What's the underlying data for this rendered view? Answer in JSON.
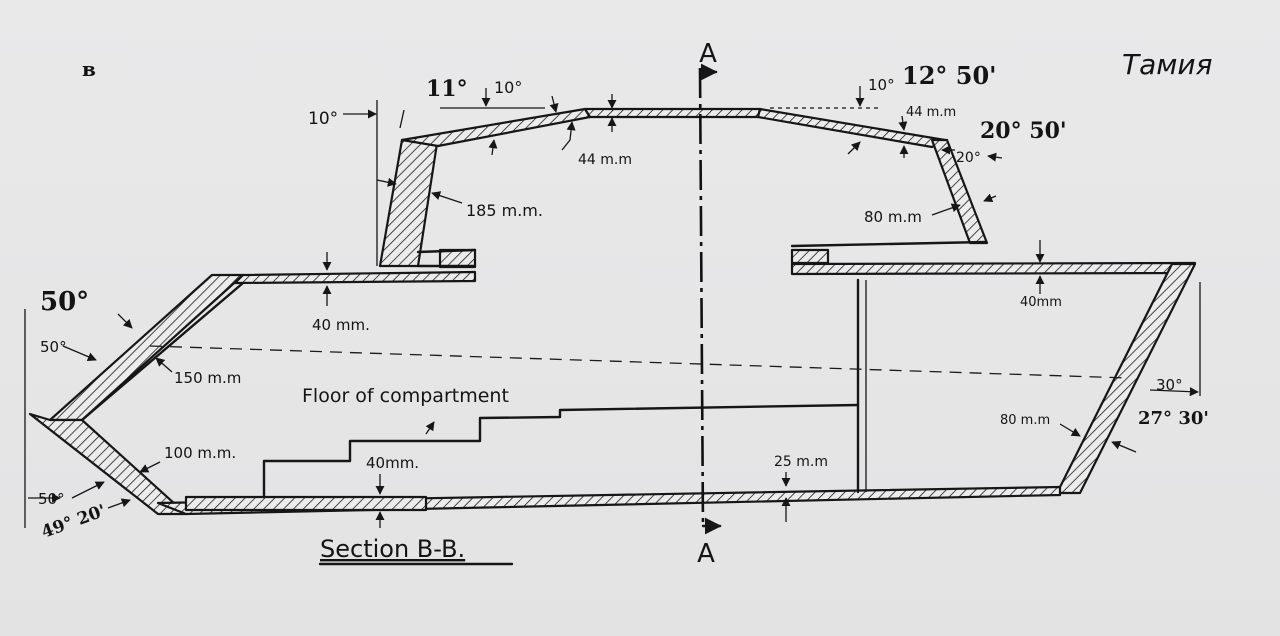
{
  "figure": {
    "title": "Section B-B.",
    "section_marker": "A",
    "corner_note_left": "в",
    "corner_note_right": "Тамия"
  },
  "turret_labels": {
    "top_left_angle": "10°",
    "top_roof_angle_a": "10°",
    "handwritten_left": "11°",
    "left_side_angle": "10°",
    "roof_thickness": "44 m.m",
    "right_roof_angle": "10°",
    "handwritten_right_roof": "12° 50'",
    "right_roof_thickness": "44 m.m",
    "right_side_angle": "20°",
    "handwritten_right_side": "20° 50'",
    "front_thickness": "185 m.m.",
    "rear_thickness": "80 m.m"
  },
  "hull_labels": {
    "upper_plate": "40 mm.",
    "handwritten_glacis": "50°",
    "glacis_angle": "50°",
    "glacis_thickness": "150 m.m",
    "floor_note": "Floor of compartment",
    "lower_front_thickness": "100 m.m.",
    "floor_plate": "40mm.",
    "lower_front_angle": "50°",
    "handwritten_lower": "49° 20'",
    "belly_thickness": "25 m.m",
    "rear_deck": "40mm",
    "rear_plate": "80 m.m",
    "rear_angle": "30°",
    "handwritten_rear": "27° 30'"
  }
}
